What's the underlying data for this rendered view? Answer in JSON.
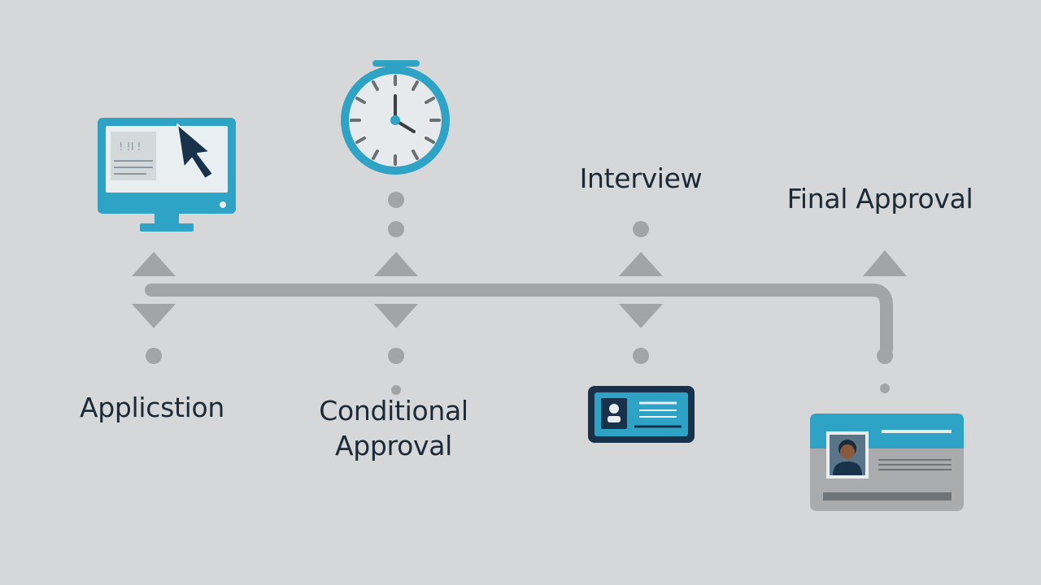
{
  "timeline": {
    "steps": [
      {
        "id": "application",
        "label": "Applicstion",
        "icon": "computer-monitor-icon"
      },
      {
        "id": "conditional-approval",
        "label_line1": "Conditional",
        "label_line2": "Approval",
        "icon": "stopwatch-icon"
      },
      {
        "id": "interview",
        "label": "Interview",
        "icon": "id-card-icon"
      },
      {
        "id": "final-approval",
        "label": "Final Approval",
        "icon": "photo-id-card-icon"
      }
    ]
  },
  "colors": {
    "background": "#d6d7d8",
    "line": "#a3a4a5",
    "accent": "#2fa3c6",
    "dark": "#17324a",
    "text": "#1b2a36"
  },
  "monitor_screen_text": " ! !l !"
}
